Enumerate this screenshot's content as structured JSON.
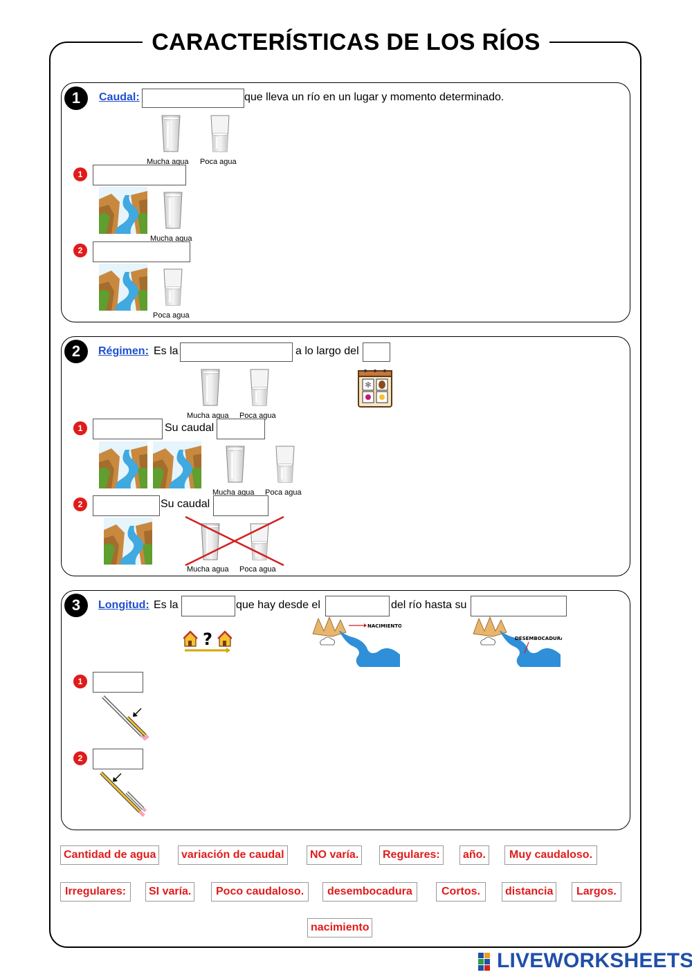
{
  "title": "CARACTERÍSTICAS DE LOS RÍOS",
  "section1": {
    "number": "1",
    "heading": "Caudal:",
    "text_after": "que lleva un río en un lugar y momento determinado.",
    "glass_captions": [
      "Mucha agua",
      "Poca agua"
    ],
    "item1": {
      "number": "1",
      "caption": "Mucha agua"
    },
    "item2": {
      "number": "2",
      "caption": "Poca agua"
    }
  },
  "section2": {
    "number": "2",
    "heading": "Régimen:",
    "text_es_la": "Es la",
    "text_largo": "a lo largo del",
    "glass_captions": [
      "Mucha agua",
      "Poca agua"
    ],
    "item1": {
      "number": "1",
      "su_caudal": "Su caudal",
      "captions": [
        "Mucha agua",
        "Poca agua"
      ]
    },
    "item2": {
      "number": "2",
      "su_caudal": "Su caudal",
      "captions": [
        "Mucha agua",
        "Poca agua"
      ]
    }
  },
  "section3": {
    "number": "3",
    "heading": "Longitud:",
    "text_es_la": "Es la",
    "text_desde": "que hay desde el",
    "text_rio": "del río hasta su",
    "nacimiento_label": "NACIMIENTO",
    "desembocadura_label": "DESEMBOCADURA",
    "item1": {
      "number": "1"
    },
    "item2": {
      "number": "2"
    }
  },
  "word_bank": {
    "row1": [
      "Cantidad de agua",
      "variación de caudal",
      "NO varía.",
      "Regulares:",
      "año.",
      "Muy caudaloso."
    ],
    "row2": [
      "Irregulares:",
      "SI varía.",
      "Poco caudaloso.",
      "desembocadura",
      "Cortos.",
      "distancia",
      "Largos."
    ],
    "row3": [
      "nacimiento"
    ]
  },
  "brand": "LIVEWORKSHEETS",
  "colors": {
    "accent_red": "#e01b1b",
    "heading_blue": "#1f4fcf",
    "brand_blue": "#1f4fa8"
  }
}
